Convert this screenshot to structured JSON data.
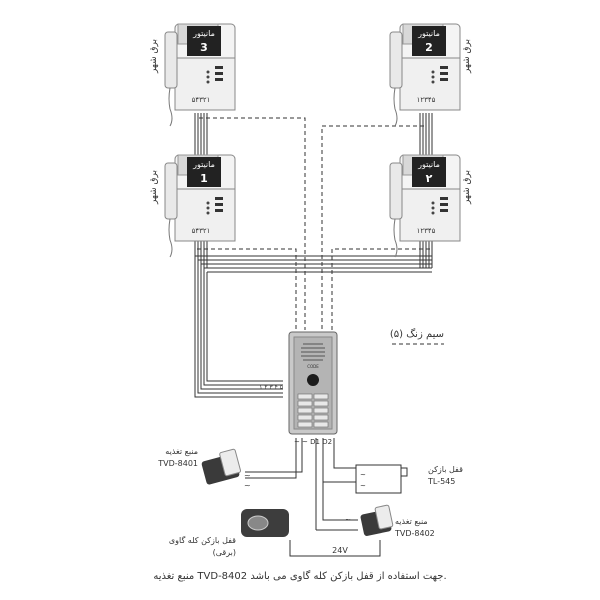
{
  "monitors": [
    {
      "id": "3",
      "screen_label": "مانیتور",
      "number": "3",
      "wire_code": "۵۴۳۲۱",
      "power_label": "برق شهر"
    },
    {
      "id": "2",
      "screen_label": "مانیتور",
      "number": "2",
      "wire_code": "۱۲۳۴۵",
      "power_label": "برق شهر"
    },
    {
      "id": "1",
      "screen_label": "مانیتور",
      "number": "1",
      "wire_code": "۵۴۳۲۱",
      "power_label": "برق شهر"
    },
    {
      "id": "4",
      "screen_label": "مانیتور",
      "number": "۲",
      "wire_code": "۱۲۳۴۵",
      "power_label": "برق شهر"
    }
  ],
  "panel": {
    "brand": "CODE",
    "terminals_top": "~ ~ D1 D2",
    "side_code": "۱ ۲ ۳ ۴ ۵"
  },
  "bell_wire": {
    "label": "سیم زنگ (۵)"
  },
  "power_supply_8401": {
    "title": "منبع تغذیه",
    "model": "TVD-8401",
    "ac_symbol": "~"
  },
  "lock_tl545": {
    "title": "قفل بازکن",
    "model": "TL-545",
    "ac_symbol": "~"
  },
  "power_supply_8402": {
    "title": "منبع تغذیه",
    "model": "TVD-8402",
    "ac_symbol": "~"
  },
  "electric_lock": {
    "title": "قفل بازکن کله گاوی",
    "subtitle": "(برقی)"
  },
  "voltage_label": "24V",
  "footnote": "منبع تغذیه TVD-8402 جهت استفاده از قفل بازکن کله گاوی می باشد."
}
